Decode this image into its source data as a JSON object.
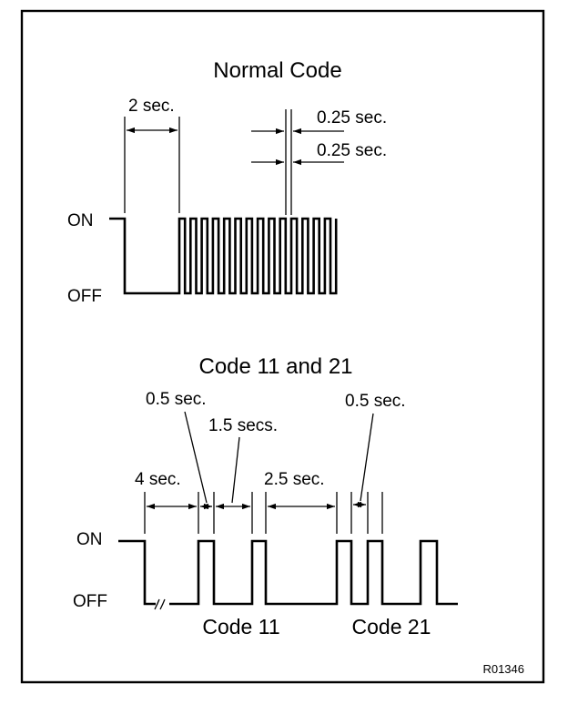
{
  "normal": {
    "title": "Normal Code",
    "on_label": "ON",
    "off_label": "OFF",
    "dim_2s": "2 sec.",
    "dim_025_top": "0.25 sec.",
    "dim_025_bottom": "0.25 sec."
  },
  "codes": {
    "title": "Code 11 and 21",
    "on_label": "ON",
    "off_label": "OFF",
    "dim_05_a": "0.5 sec.",
    "dim_15": "1.5 secs.",
    "dim_4": "4 sec.",
    "dim_25": "2.5 sec.",
    "dim_05_b": "0.5 sec.",
    "code11": "Code 11",
    "code21": "Code 21"
  },
  "ref": "R01346"
}
